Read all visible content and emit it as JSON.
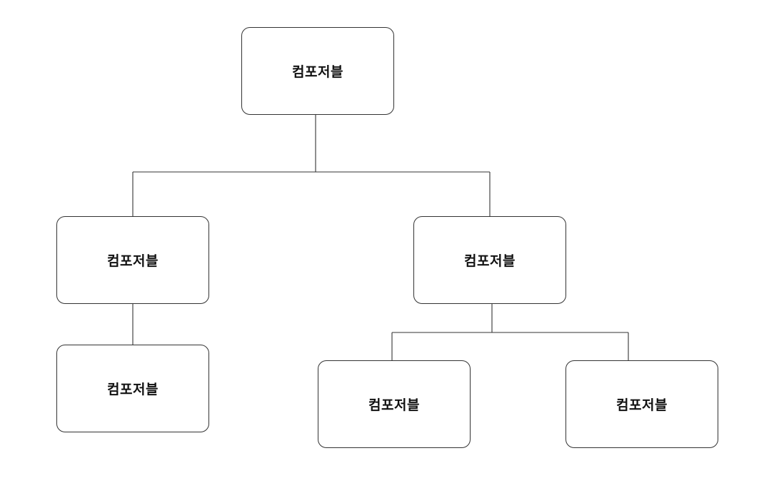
{
  "nodes": {
    "root": {
      "label": "컴포저블"
    },
    "left": {
      "label": "컴포저블"
    },
    "right": {
      "label": "컴포저블"
    },
    "left_child": {
      "label": "컴포저블"
    },
    "right_child_1": {
      "label": "컴포저블"
    },
    "right_child_2": {
      "label": "컴포저블"
    }
  },
  "colors": {
    "line": "#333333",
    "background": "#ffffff",
    "text": "#111111"
  }
}
